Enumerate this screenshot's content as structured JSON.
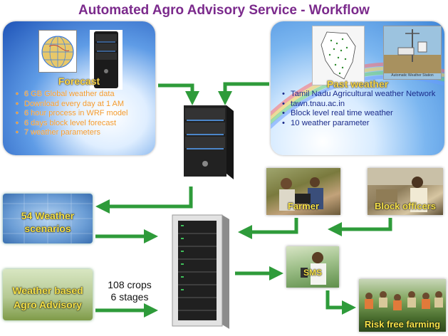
{
  "title": "Automated Agro Advisory Service - Workflow",
  "forecast": {
    "title": "Forecast",
    "items": [
      "6 GB Global weather data",
      "Download every day at 1 AM",
      "6 hour process in WRF model",
      "6 days block level forecast",
      "7 weather parameters"
    ]
  },
  "past_weather": {
    "title": "Past weather",
    "items": [
      "Tamil Nadu Agricultural weather Network",
      "tawn.tnau.ac.in",
      "Block level real time weather",
      "10 weather parameter"
    ],
    "image_caption": "Automatic Weather Station"
  },
  "scenarios": {
    "label": "54 Weather scenarios"
  },
  "advisory": {
    "label": "Weather based Agro Advisory"
  },
  "crops": {
    "line1": "108 crops",
    "line2": "6 stages"
  },
  "farmer": {
    "label": "Farmer"
  },
  "block_officers": {
    "label": "Block officers"
  },
  "sms": {
    "label": "SMS"
  },
  "risk_free": {
    "label": "Risk free farming"
  },
  "colors": {
    "title": "#7b2a8c",
    "arrow": "#2e9b3a",
    "label_yellow": "#f7e24a"
  }
}
